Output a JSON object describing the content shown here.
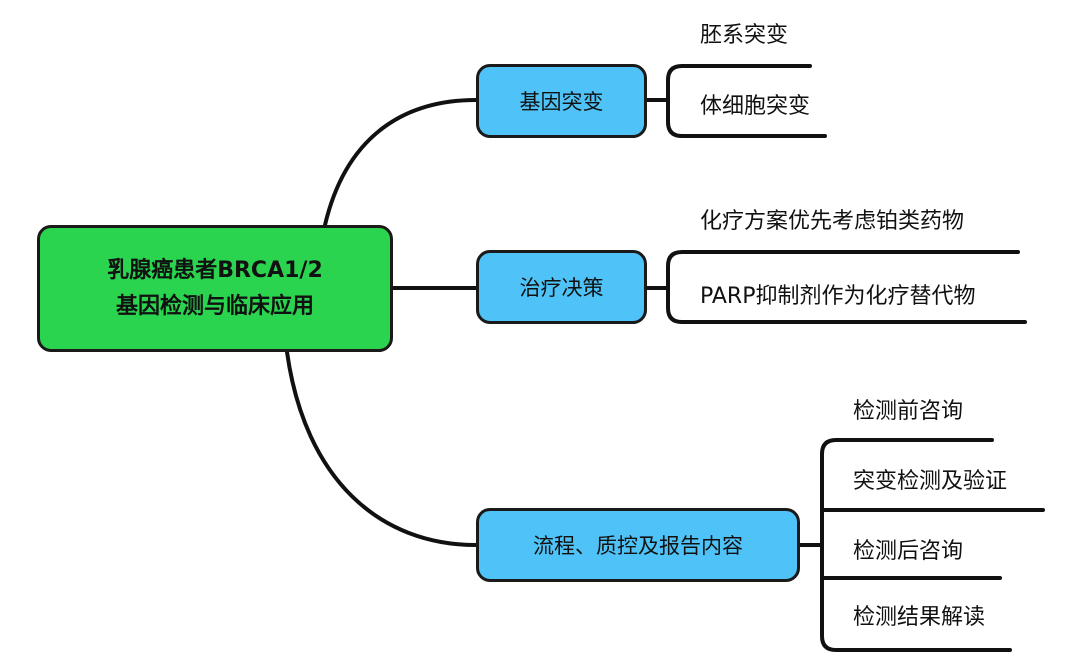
{
  "root": {
    "line1": "乳腺癌患者BRCA1/2",
    "line2": "基因检测与临床应用"
  },
  "branches": [
    {
      "label": "基因突变",
      "children": [
        "胚系突变",
        "体细胞突变"
      ]
    },
    {
      "label": "治疗决策",
      "children": [
        "化疗方案优先考虑铂类药物",
        "PARP抑制剂作为化疗替代物"
      ]
    },
    {
      "label": "流程、质控及报告内容",
      "children": [
        "检测前咨询",
        "突变检测及验证",
        "检测后咨询",
        "检测结果解读"
      ]
    }
  ],
  "colors": {
    "root_fill": "#2bd44f",
    "branch_fill": "#4fc3f7",
    "line": "#111111"
  }
}
